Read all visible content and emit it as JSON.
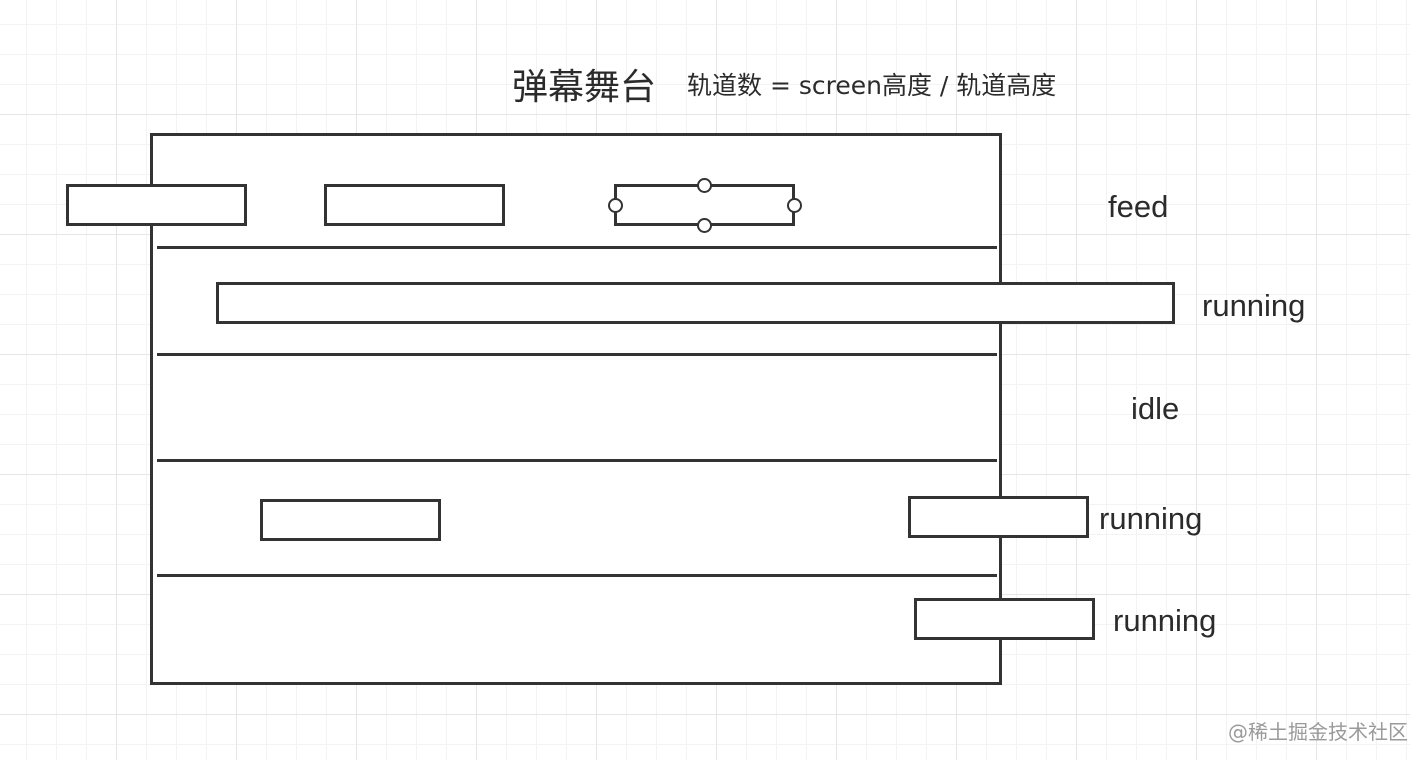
{
  "header": {
    "title": "弹幕舞台",
    "formula": "轨道数 = screen高度 / 轨道高度"
  },
  "tracks": [
    {
      "status": "feed"
    },
    {
      "status": "running"
    },
    {
      "status": "idle"
    },
    {
      "status": "running"
    },
    {
      "status": "running"
    }
  ],
  "watermark": "@稀土掘金技术社区",
  "colors": {
    "stroke": "#333333",
    "text": "#2b2b2b",
    "watermark": "#9a9a9a",
    "grid": "#e6e6e6"
  }
}
